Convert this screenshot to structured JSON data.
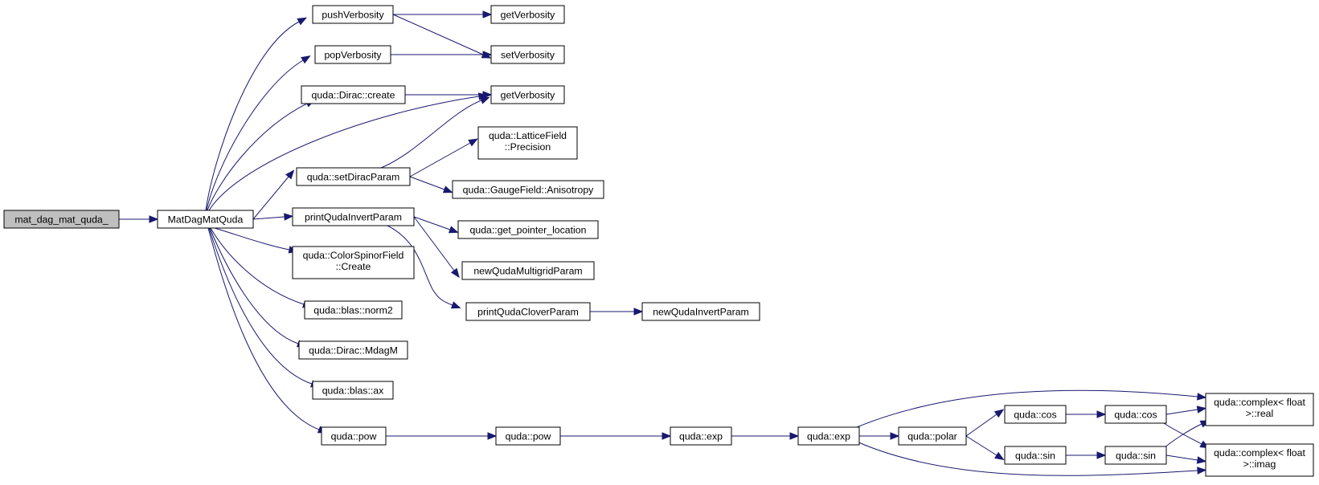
{
  "graph": {
    "nodes": {
      "mat_dag_mat_quda": [
        "mat_dag_mat_quda_"
      ],
      "MatDagMatQuda": [
        "MatDagMatQuda"
      ],
      "pushVerbosity": [
        "pushVerbosity"
      ],
      "popVerbosity": [
        "popVerbosity"
      ],
      "diracCreate": [
        "quda::Dirac::create"
      ],
      "setDiracParam": [
        "quda::setDiracParam"
      ],
      "printQudaInvertParam": [
        "printQudaInvertParam"
      ],
      "colorSpinorCreate": [
        "quda::ColorSpinorField",
        "::Create"
      ],
      "blasNorm2": [
        "quda::blas::norm2"
      ],
      "diracMdagM": [
        "quda::Dirac::MdagM"
      ],
      "blasAx": [
        "quda::blas::ax"
      ],
      "pow1": [
        "quda::pow"
      ],
      "getVerbosity1": [
        "getVerbosity"
      ],
      "setVerbosity": [
        "setVerbosity"
      ],
      "getVerbosity2": [
        "getVerbosity"
      ],
      "latticePrecision": [
        "quda::LatticeField",
        "::Precision"
      ],
      "gaugeAnisotropy": [
        "quda::GaugeField::Anisotropy"
      ],
      "getPointerLocation": [
        "quda::get_pointer_location"
      ],
      "newQudaMultigridParam": [
        "newQudaMultigridParam"
      ],
      "printQudaCloverParam": [
        "printQudaCloverParam"
      ],
      "newQudaInvertParam": [
        "newQudaInvertParam"
      ],
      "pow2": [
        "quda::pow"
      ],
      "exp1": [
        "quda::exp"
      ],
      "exp2": [
        "quda::exp"
      ],
      "polar": [
        "quda::polar"
      ],
      "cos1": [
        "quda::cos"
      ],
      "cos2": [
        "quda::cos"
      ],
      "sin1": [
        "quda::sin"
      ],
      "sin2": [
        "quda::sin"
      ],
      "complexReal": [
        "quda::complex< float",
        ">::real"
      ],
      "complexImag": [
        "quda::complex< float",
        ">::imag"
      ]
    },
    "colors": {
      "edge": "#191970",
      "root_fill": "#bfbfbf",
      "node_fill": "#ffffff",
      "node_stroke": "#000000"
    },
    "edges": [
      [
        "mat_dag_mat_quda",
        "MatDagMatQuda"
      ],
      [
        "MatDagMatQuda",
        "pushVerbosity"
      ],
      [
        "MatDagMatQuda",
        "popVerbosity"
      ],
      [
        "MatDagMatQuda",
        "diracCreate"
      ],
      [
        "MatDagMatQuda",
        "getVerbosity2"
      ],
      [
        "MatDagMatQuda",
        "setDiracParam"
      ],
      [
        "MatDagMatQuda",
        "printQudaInvertParam"
      ],
      [
        "MatDagMatQuda",
        "colorSpinorCreate"
      ],
      [
        "MatDagMatQuda",
        "blasNorm2"
      ],
      [
        "MatDagMatQuda",
        "diracMdagM"
      ],
      [
        "MatDagMatQuda",
        "blasAx"
      ],
      [
        "MatDagMatQuda",
        "pow1"
      ],
      [
        "pushVerbosity",
        "getVerbosity1"
      ],
      [
        "pushVerbosity",
        "setVerbosity"
      ],
      [
        "popVerbosity",
        "setVerbosity"
      ],
      [
        "diracCreate",
        "getVerbosity2"
      ],
      [
        "setDiracParam",
        "getVerbosity2"
      ],
      [
        "setDiracParam",
        "latticePrecision"
      ],
      [
        "setDiracParam",
        "gaugeAnisotropy"
      ],
      [
        "printQudaInvertParam",
        "getPointerLocation"
      ],
      [
        "printQudaInvertParam",
        "newQudaMultigridParam"
      ],
      [
        "printQudaInvertParam",
        "printQudaCloverParam"
      ],
      [
        "printQudaCloverParam",
        "newQudaInvertParam"
      ],
      [
        "pow1",
        "pow2"
      ],
      [
        "pow2",
        "exp1"
      ],
      [
        "exp1",
        "exp2"
      ],
      [
        "exp2",
        "polar"
      ],
      [
        "exp2",
        "complexReal"
      ],
      [
        "exp2",
        "complexImag"
      ],
      [
        "polar",
        "cos1"
      ],
      [
        "polar",
        "sin1"
      ],
      [
        "cos1",
        "cos2"
      ],
      [
        "sin1",
        "sin2"
      ],
      [
        "cos2",
        "complexReal"
      ],
      [
        "cos2",
        "complexImag"
      ],
      [
        "sin2",
        "complexReal"
      ],
      [
        "sin2",
        "complexImag"
      ]
    ]
  }
}
